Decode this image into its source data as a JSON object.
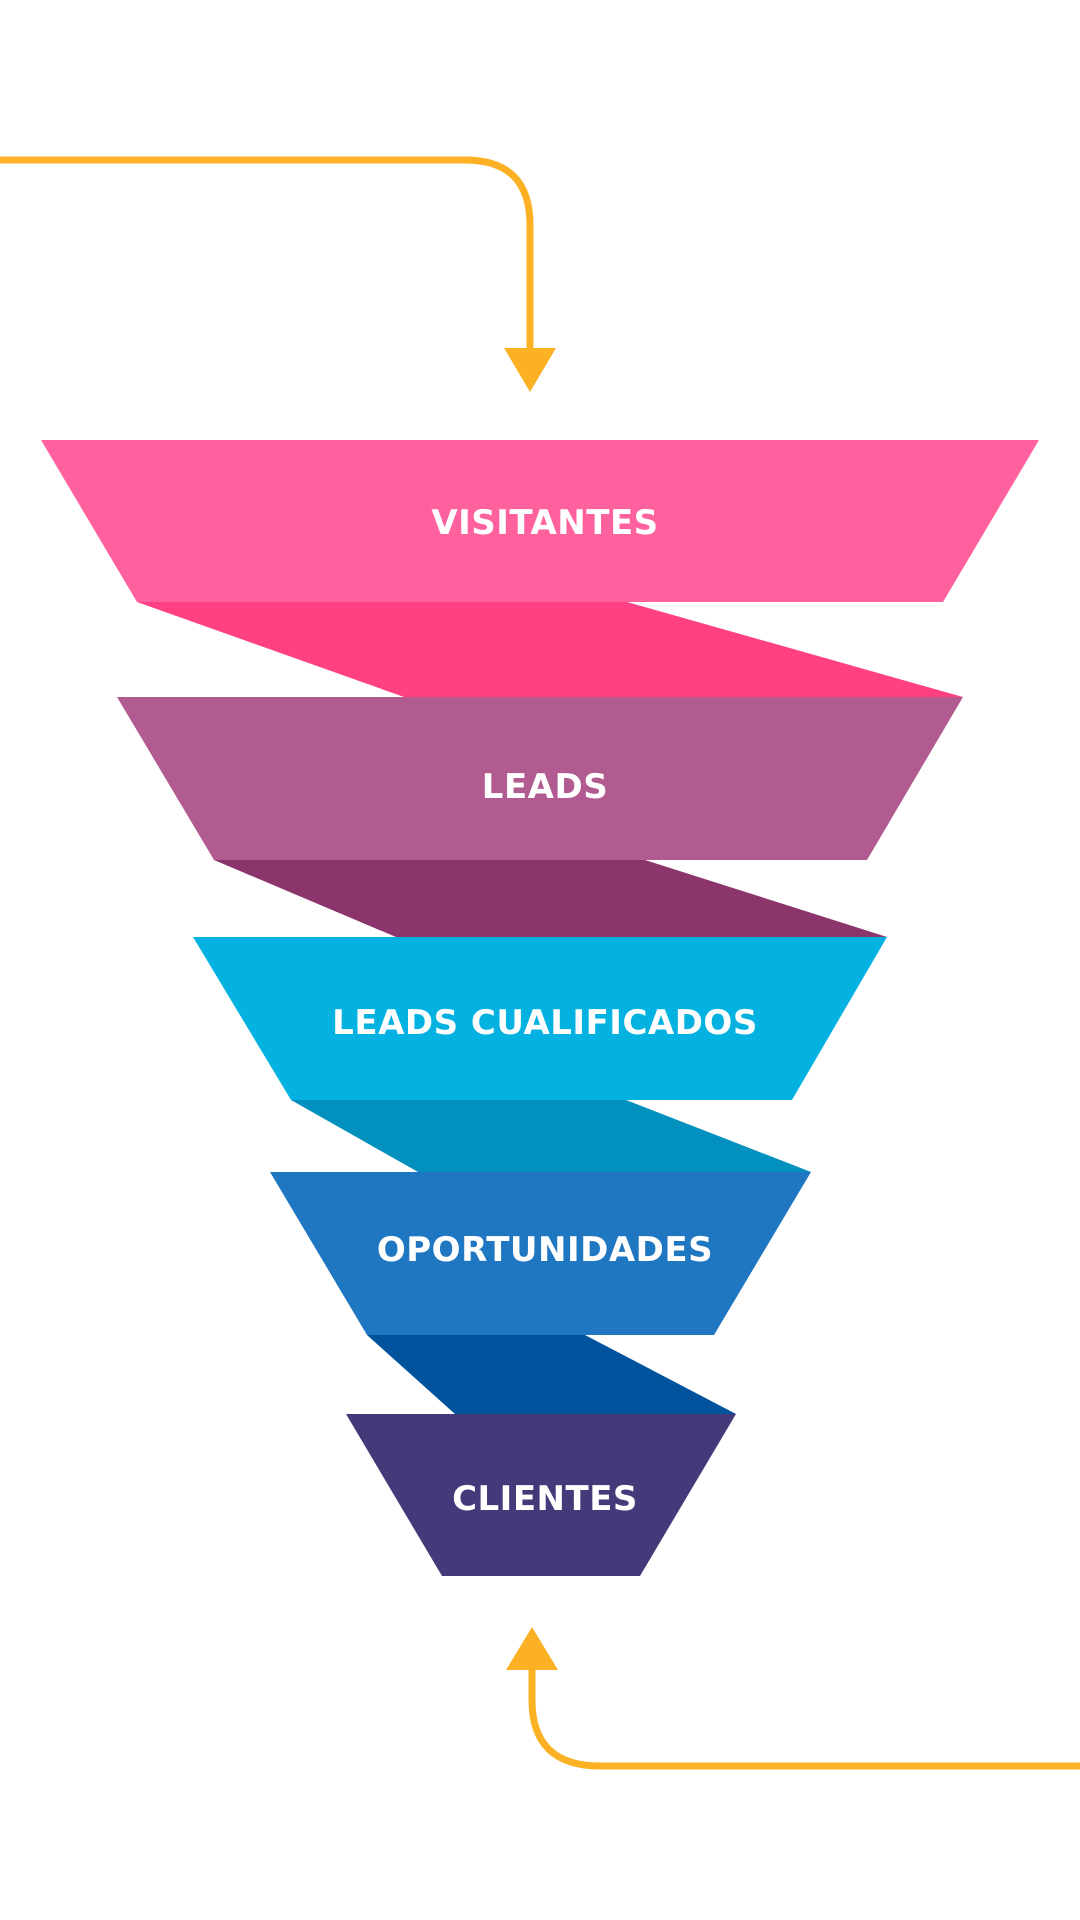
{
  "funnel": {
    "stages": [
      {
        "label": "VISITANTES",
        "color": "#FF619F",
        "shadow_color": "#FF4184"
      },
      {
        "label": "LEADS",
        "color": "#B15B91",
        "shadow_color": "#8C356D"
      },
      {
        "label": "LEADS CUALIFICADOS",
        "color": "#04B2E1",
        "shadow_color": "#0290BF"
      },
      {
        "label": "OPORTUNIDADES",
        "color": "#1F77C1",
        "shadow_color": "#00539C"
      },
      {
        "label": "CLIENTES",
        "color": "#443A7A",
        "shadow_color": null
      }
    ]
  },
  "arrows": {
    "color": "#FBB123",
    "top": {
      "direction": "down"
    },
    "bottom": {
      "direction": "up"
    }
  }
}
